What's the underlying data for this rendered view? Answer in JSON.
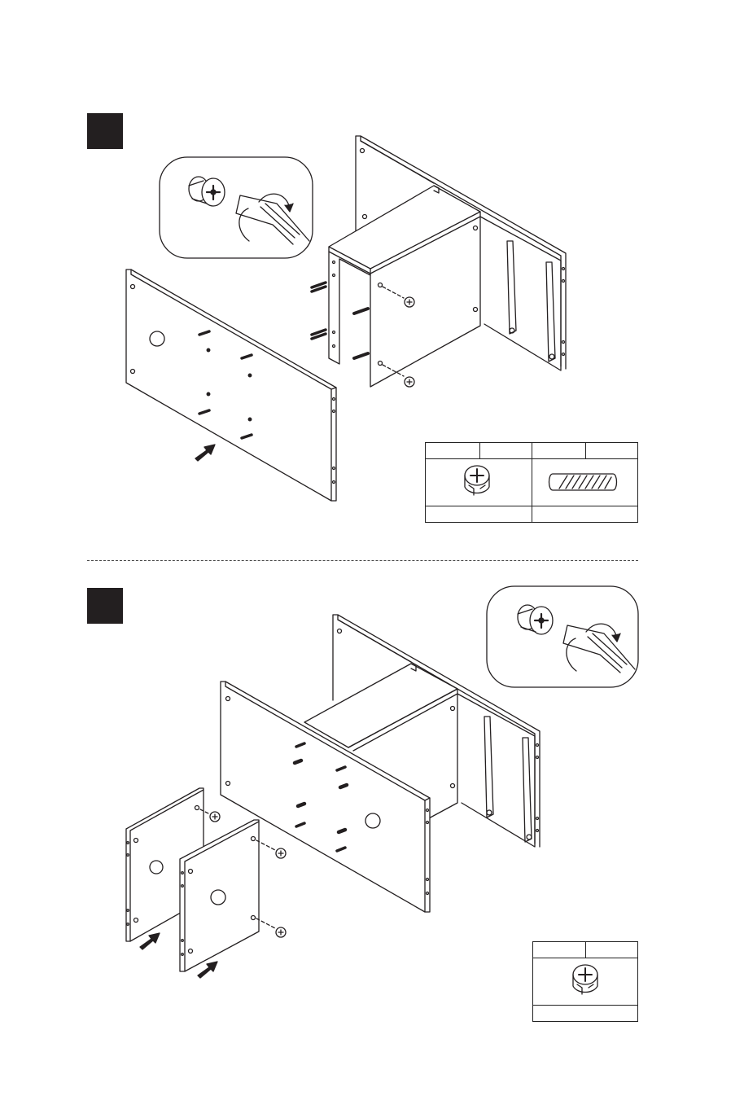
{
  "steps": [
    {
      "id": "step-1",
      "number": "",
      "parts": [
        {
          "code": "",
          "qty": "",
          "name": "cam-lock"
        },
        {
          "code": "",
          "qty": "",
          "name": "wood-dowel"
        }
      ]
    },
    {
      "id": "step-2",
      "number": "",
      "parts": [
        {
          "code": "",
          "qty": "",
          "name": "cam-lock"
        }
      ]
    }
  ],
  "icons": [
    "cam-lock-icon",
    "screwdriver-icon",
    "dowel-icon",
    "push-arrow-icon",
    "rotate-arrow-icon"
  ],
  "colors": {
    "ink": "#231f20",
    "background": "#ffffff"
  }
}
